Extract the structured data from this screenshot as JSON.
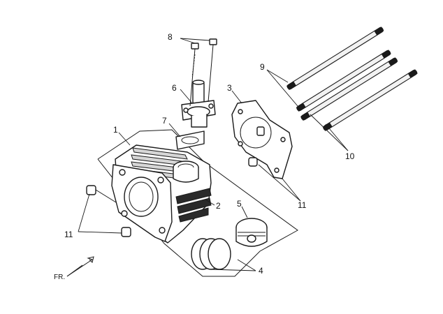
{
  "diagram": {
    "callouts": [
      {
        "id": "callout-1",
        "text": "1"
      },
      {
        "id": "callout-2",
        "text": "2"
      },
      {
        "id": "callout-3",
        "text": "3"
      },
      {
        "id": "callout-4",
        "text": "4"
      },
      {
        "id": "callout-5",
        "text": "5"
      },
      {
        "id": "callout-6",
        "text": "6"
      },
      {
        "id": "callout-7",
        "text": "7"
      },
      {
        "id": "callout-8",
        "text": "8"
      },
      {
        "id": "callout-9",
        "text": "9"
      },
      {
        "id": "callout-10",
        "text": "10"
      },
      {
        "id": "callout-11a",
        "text": "11"
      },
      {
        "id": "callout-11b",
        "text": "11"
      }
    ],
    "direction_label": "FR."
  }
}
